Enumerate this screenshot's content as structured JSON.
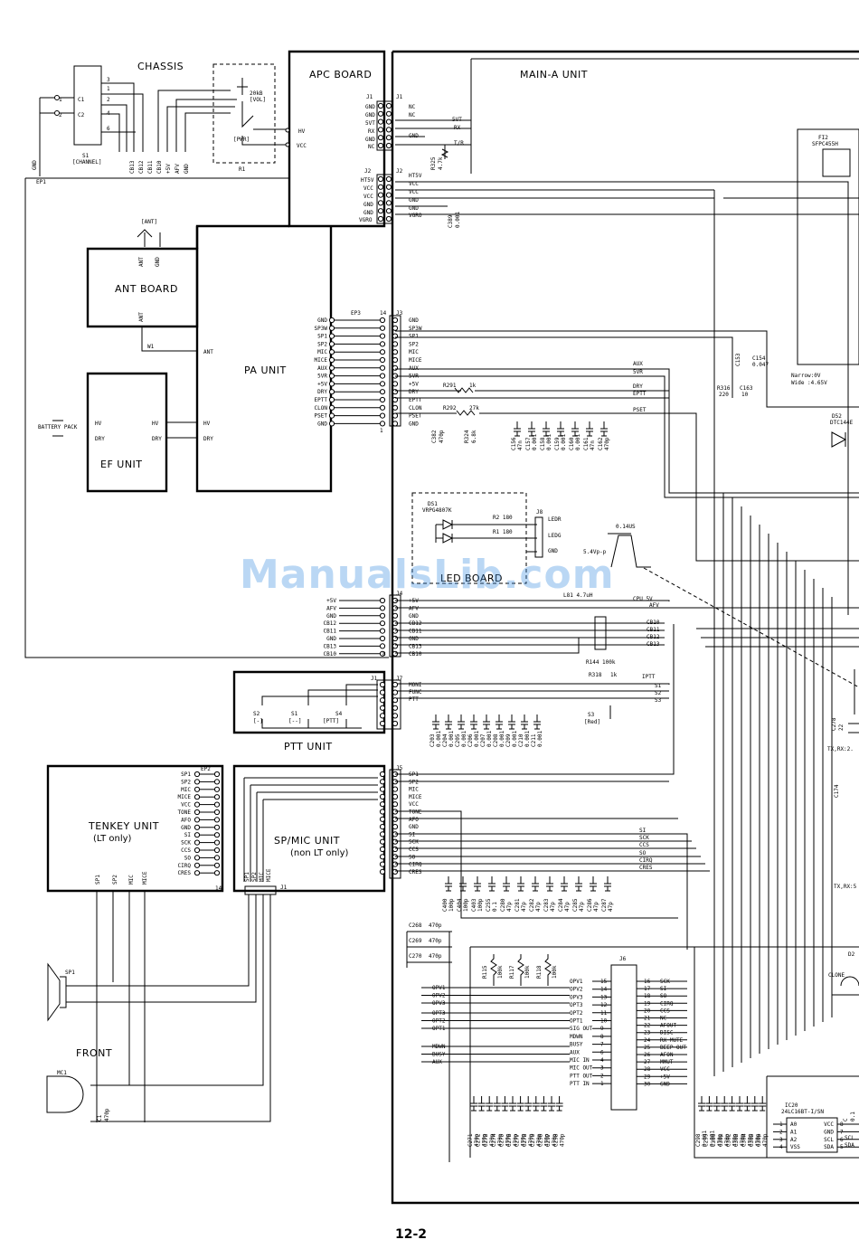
{
  "blocks": {
    "chassis": "CHASSIS",
    "apc_board": "APC BOARD",
    "main_unit": "MAIN-A UNIT",
    "ant_board": "ANT BOARD",
    "pa_unit": "PA UNIT",
    "ef_unit": "EF UNIT",
    "led_board": "LED BOARD",
    "ptt_unit": "PTT UNIT",
    "tenkey_unit": "TENKEY UNIT",
    "tenkey_sub": "(LT only)",
    "spmic_unit": "SP/MIC UNIT",
    "spmic_sub": "(non LT only)",
    "front": "FRONT"
  },
  "chassis": {
    "s1": "S1",
    "s1_desc": "[CHANNEL]",
    "r1": "R1",
    "r1_value": "20kB",
    "r1_desc": "[VOL]",
    "pwr": "[PWR]",
    "c1": "C1",
    "c2": "C2",
    "pins": [
      "1",
      "2",
      "3",
      "4",
      "5",
      "6",
      "1",
      "2"
    ],
    "bottom_labels": [
      "CB13",
      "CB12",
      "CB11",
      "CB10",
      "+5V",
      "AFV",
      "GND"
    ],
    "gnd": "GND",
    "ep1": "EP1"
  },
  "apc": {
    "j1_label": "J1",
    "j1_pins": [
      "GND",
      "GND",
      "5VT",
      "RX",
      "GND",
      "NC"
    ],
    "j2_label": "J2",
    "j2_pins": [
      "HT5V",
      "VCC",
      "VCC",
      "GND",
      "GND",
      "VGRO"
    ],
    "hv": "HV",
    "vcc": "VCC"
  },
  "main_j1": {
    "pins": [
      "NC",
      "NC",
      "5VT",
      "RX",
      "GND",
      "T/R"
    ],
    "r": "R325",
    "r_val": "4.7k"
  },
  "main_j2": {
    "pins": [
      "HT5V",
      "VCC",
      "VCC",
      "GND",
      "GND",
      "VGRO"
    ],
    "c": "C389",
    "c_val": "0.001"
  },
  "ant": {
    "ant_label": "[ANT]",
    "ant": "ANT",
    "gnd": "GND",
    "w1": "W1"
  },
  "pa": {
    "ep3": "EP3",
    "pin_count": "14",
    "pins": [
      "GND",
      "SP3W",
      "SP1",
      "SP2",
      "MIC",
      "MICE",
      "AUX",
      "5VR",
      "+5V",
      "DRY",
      "EPTT",
      "CLON",
      "PSET",
      "GND"
    ],
    "pin_one": "1"
  },
  "ef": {
    "battery": "BATTERY PACK",
    "hv": "HV",
    "dry": "DRY"
  },
  "j3": {
    "label": "J3",
    "pins": [
      "GND",
      "SP3W",
      "SP1",
      "SP2",
      "MIC",
      "MICE",
      "AUX",
      "5VR",
      "+5V",
      "DRY",
      "EPTT",
      "CLON",
      "PSET",
      "GND"
    ],
    "nets": [
      "AUX",
      "5VR",
      "DRY",
      "EPTT",
      "PSET"
    ],
    "r291": "R291",
    "r291_val": "1k",
    "r292": "R292",
    "r292_val": "27k",
    "r324": "R324",
    "r324_val": "6.8k",
    "c382": "C382",
    "c382_val": "470p",
    "caps": [
      {
        "n": "C156",
        "v": "47n"
      },
      {
        "n": "C157",
        "v": "0.001"
      },
      {
        "n": "C158",
        "v": "0.001"
      },
      {
        "n": "C159",
        "v": "0.001"
      },
      {
        "n": "C160",
        "v": "0.001"
      },
      {
        "n": "C161",
        "v": "47n"
      },
      {
        "n": "C162",
        "v": "470p"
      }
    ]
  },
  "right_top": {
    "fi2": "FI2",
    "fi2_part": "SFPC455H",
    "c154": "C154",
    "c154_val": "0.047",
    "c153": "C153",
    "r316": "R316",
    "r316_val": "220",
    "c163": "C163",
    "c163_val": "10",
    "narrow": "Narrow:0V",
    "wide": "Wide :4.65V",
    "d52": "D52",
    "d52_part": "DTC144E"
  },
  "led": {
    "ds1": "DS1",
    "ds1_part": "VRPG4807K",
    "r2": "R2 180",
    "r1": "R1 180",
    "j8": "J8",
    "pins": [
      "LEDR",
      "LEDG",
      "GND"
    ],
    "wave_time": "0.14US",
    "wave_amp": "5.4Vp-p"
  },
  "j4": {
    "label": "J4",
    "left_pins": [
      "+5V",
      "AFV",
      "GND",
      "CB12",
      "CB11",
      "GND",
      "CB13",
      "CB10"
    ],
    "pins": [
      "+5V",
      "AFV",
      "GND",
      "CB12",
      "CB11",
      "GND",
      "CB13",
      "CB10"
    ],
    "pin_eight": "8",
    "l_part": "L81 4.7uH",
    "cpu5v": "CPU 5V",
    "afv": "AFV",
    "cb": [
      "CB10",
      "CB11",
      "CB12",
      "CB13"
    ],
    "r144": "R144 100k"
  },
  "ptt": {
    "j1": "J1",
    "j7": "J7",
    "pins": [
      "MONI",
      "FUNC",
      "PTT"
    ],
    "switches": [
      {
        "n": "S2",
        "d": "[-]"
      },
      {
        "n": "S1",
        "d": "[--]"
      },
      {
        "n": "S4",
        "d": "[PTT]"
      }
    ],
    "r318": "R318",
    "r318_val": "1k",
    "iptt": "IPTT",
    "s": [
      "S1",
      "S2",
      "S3"
    ],
    "s3": "S3",
    "s3_desc": "[Red]",
    "caps": [
      {
        "n": "C203",
        "v": "0.001"
      },
      {
        "n": "C204",
        "v": "0.001"
      },
      {
        "n": "C205",
        "v": "0.001"
      },
      {
        "n": "C206",
        "v": "0.001"
      },
      {
        "n": "C207",
        "v": "0.001"
      },
      {
        "n": "C208",
        "v": "0.001"
      },
      {
        "n": "C209",
        "v": "0.001"
      },
      {
        "n": "C210",
        "v": "0.001"
      },
      {
        "n": "C211",
        "v": "0.001"
      }
    ]
  },
  "tenkey": {
    "ep2": "EP2",
    "pins": [
      "SP1",
      "SP2",
      "MIC",
      "MICE",
      "VCC",
      "TONE",
      "AFO",
      "GND",
      "SI",
      "SCK",
      "CCS",
      "SO",
      "CIRQ",
      "CRES"
    ],
    "pin_count": "14",
    "bottom": [
      "SP1",
      "SP2",
      "MIC",
      "MICE"
    ]
  },
  "spmic": {
    "j1": "J1",
    "bottom": [
      "SP1",
      "SP2",
      "MIC",
      "MICE"
    ]
  },
  "j5": {
    "label": "J5",
    "pins": [
      "SP1",
      "SP2",
      "MIC",
      "MICE",
      "VCC",
      "TONE",
      "AFO",
      "GND",
      "SI",
      "SCK",
      "CCS",
      "SO",
      "CIRQ",
      "CRES"
    ],
    "nets": [
      "SI",
      "SCK",
      "CCS",
      "SO",
      "CIRQ",
      "CRES"
    ],
    "caps": [
      {
        "n": "C400",
        "v": "100p"
      },
      {
        "n": "C404",
        "v": "100p"
      },
      {
        "n": "C403",
        "v": "100p"
      },
      {
        "n": "C255",
        "v": "0.1"
      },
      {
        "n": "C280",
        "v": "47p"
      },
      {
        "n": "C281",
        "v": "47p"
      },
      {
        "n": "C282",
        "v": "47p"
      },
      {
        "n": "C283",
        "v": "47p"
      },
      {
        "n": "C284",
        "v": "47p"
      },
      {
        "n": "C285",
        "v": "47p"
      },
      {
        "n": "C286",
        "v": "47p"
      },
      {
        "n": "C287",
        "v": "47p"
      }
    ]
  },
  "front": {
    "sp1": "SP1",
    "mc1": "MC1",
    "c": "C1",
    "c_val": "470p",
    "caps": [
      {
        "n": "C268",
        "v": "470p"
      },
      {
        "n": "C269",
        "v": "470p"
      },
      {
        "n": "C270",
        "v": "470p"
      }
    ]
  },
  "j6": {
    "label": "J6",
    "left_nets": [
      "OPV1",
      "OPV2",
      "OPV3",
      "OPT3",
      "OPT2",
      "OPT1",
      "MDWN",
      "BUSY",
      "AUX"
    ],
    "left_pins": [
      {
        "name": "OPV1",
        "num": "15"
      },
      {
        "name": "OPV2",
        "num": "14"
      },
      {
        "name": "OPV3",
        "num": "13"
      },
      {
        "name": "OPT3",
        "num": "12"
      },
      {
        "name": "OPT2",
        "num": "11"
      },
      {
        "name": "OPT1",
        "num": "10"
      },
      {
        "name": "SIG OUT",
        "num": "9"
      },
      {
        "name": "MDWN",
        "num": "8"
      },
      {
        "name": "BUSY",
        "num": "7"
      },
      {
        "name": "AUX",
        "num": "6"
      },
      {
        "name": "MIC IN",
        "num": "4"
      },
      {
        "name": "MIC OUT",
        "num": "3"
      },
      {
        "name": "PTT OUT",
        "num": "2"
      },
      {
        "name": "PTT IN",
        "num": "1"
      }
    ],
    "right_pins": [
      {
        "name": "SCK",
        "num": "16"
      },
      {
        "name": "SI",
        "num": "17"
      },
      {
        "name": "SO",
        "num": "18"
      },
      {
        "name": "CIRQ",
        "num": "19"
      },
      {
        "name": "CCS",
        "num": "20"
      },
      {
        "name": "NC",
        "num": "21"
      },
      {
        "name": "AFOUT",
        "num": "22"
      },
      {
        "name": "DISC",
        "num": "23"
      },
      {
        "name": "RX MUTE",
        "num": "24"
      },
      {
        "name": "BEEP OUT",
        "num": "25"
      },
      {
        "name": "AFON",
        "num": "26"
      },
      {
        "name": "MMUT",
        "num": "27"
      },
      {
        "name": "VCC",
        "num": "28"
      },
      {
        "name": "+5V",
        "num": "29"
      },
      {
        "name": "GND",
        "num": "30"
      }
    ],
    "resistors": [
      {
        "n": "R115",
        "v": "100k"
      },
      {
        "n": "R117",
        "v": "100k"
      },
      {
        "n": "R118",
        "v": "100k"
      }
    ],
    "caps_left": [
      {
        "n": "C271",
        "v": "470p"
      },
      {
        "n": "C272",
        "v": "470p"
      },
      {
        "n": "C273",
        "v": "470p"
      },
      {
        "n": "C274",
        "v": "470p"
      },
      {
        "n": "C275",
        "v": "470p"
      },
      {
        "n": "C276",
        "v": "470p"
      },
      {
        "n": "C277",
        "v": "470p"
      },
      {
        "n": "C278",
        "v": "470p"
      },
      {
        "n": "C279",
        "v": "470p"
      },
      {
        "n": "C296",
        "v": "470p"
      },
      {
        "n": "C297",
        "v": "470p"
      },
      {
        "n": "C298",
        "v": "470p"
      }
    ],
    "caps_right": [
      {
        "n": "C298",
        "v": "0.001"
      },
      {
        "n": "C299",
        "v": "0.001"
      },
      {
        "n": "C300",
        "v": "470p"
      },
      {
        "n": "C301",
        "v": "470p"
      },
      {
        "n": "C302",
        "v": "470p"
      },
      {
        "n": "C303",
        "v": "470p"
      },
      {
        "n": "C304",
        "v": "470p"
      },
      {
        "n": "C305",
        "v": "470p"
      },
      {
        "n": "C306",
        "v": "470p"
      }
    ]
  },
  "ic20": {
    "label": "IC20",
    "part": "24LC16BT-I/SN",
    "left_pins": [
      "A0",
      "A1",
      "A2",
      "VSS"
    ],
    "right_pins": [
      "VCC",
      "GND",
      "SCL",
      "SDA"
    ],
    "nums_left": [
      "1",
      "2",
      "3",
      "4"
    ],
    "nums_right": [
      "8",
      "7",
      "6",
      "5"
    ],
    "scl": "SCL",
    "sda": "SDA"
  },
  "right_mid": {
    "c278": "C278",
    "c278_val": "22",
    "txrx": "TX,RX:2.",
    "c174": "C174",
    "txrx5": "TX,RX:5",
    "clone": "CLONE",
    "d2": "D2",
    "c": "C",
    "c_val": "0.1"
  },
  "watermark": "ManualsLib.com",
  "page_number": "12-2"
}
